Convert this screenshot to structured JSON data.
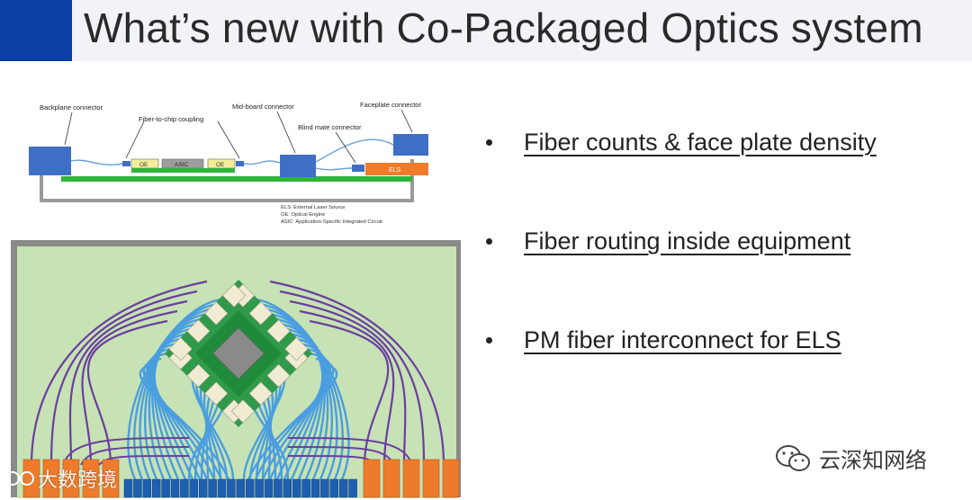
{
  "slide": {
    "title": "What’s new with Co-Packaged Optics system"
  },
  "top_diagram": {
    "labels": {
      "backplane_connector": "Backplane connector",
      "fiber_to_chip_coupling": "Fiber-to-chip coupling",
      "mid_board_connector": "Mid-board connector",
      "faceplate_connector": "Faceplate connector",
      "blind_mate_connector": "Blind mate connector",
      "oe_left": "OE",
      "asic": "ASIC",
      "oe_right": "OE",
      "els": "ELS"
    },
    "legend": [
      "ELS: External Laser Source",
      "OE: Optical Engine",
      "ASIC: Application-Specific Integrated Circuit"
    ],
    "colors": {
      "connector": "#3f6fc4",
      "board": "#2fb43a",
      "els": "#f07c2a",
      "fiber": "#6a9fd8"
    }
  },
  "bottom_diagram": {
    "colors": {
      "board": "#c7e2b4",
      "chip_diamond": "#2f9a4a",
      "die": "#8a8a8a",
      "engine": "#f0ecd2",
      "fiber": "#4a9ee0",
      "pm_fiber": "#6a3fa0",
      "front_connector": "#1f5fb0",
      "pm_connector": "#ee7b2c"
    }
  },
  "bullets": [
    "Fiber counts & face plate density",
    "Fiber routing inside equipment",
    "PM fiber interconnect for ELS"
  ],
  "watermarks": {
    "left": "大数跨境",
    "right": "云深知网络"
  }
}
